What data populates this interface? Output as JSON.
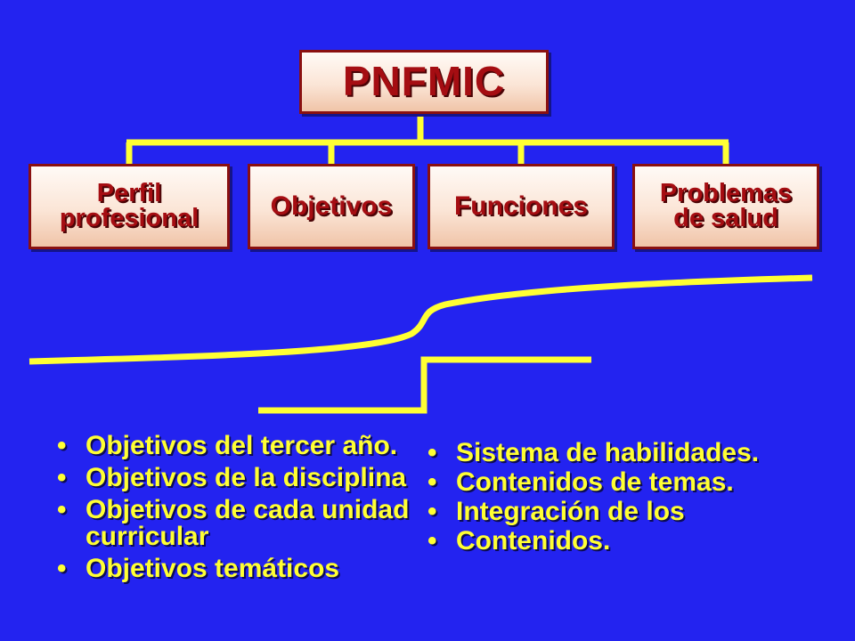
{
  "diagram": {
    "root": "PNFMIC",
    "children": [
      {
        "line1": "Perfil",
        "line2": "profesional"
      },
      {
        "line1": "Objetivos"
      },
      {
        "line1": "Funciones"
      },
      {
        "line1": "Problemas",
        "line2": "de salud"
      }
    ],
    "connector_color": "#ffff33",
    "box_text_color": "#a50d12",
    "box_border_color": "#8a1010"
  },
  "left_bullets": [
    "Objetivos del tercer año.",
    "Objetivos de la disciplina",
    "Objetivos de cada unidad curricular",
    "Objetivos temáticos"
  ],
  "right_bullets": [
    "Sistema de habilidades.",
    "Contenidos  de temas.",
    "Integración de los",
    "Contenidos."
  ],
  "colors": {
    "background": "#2323f0",
    "bullet_text": "#ffff33"
  }
}
